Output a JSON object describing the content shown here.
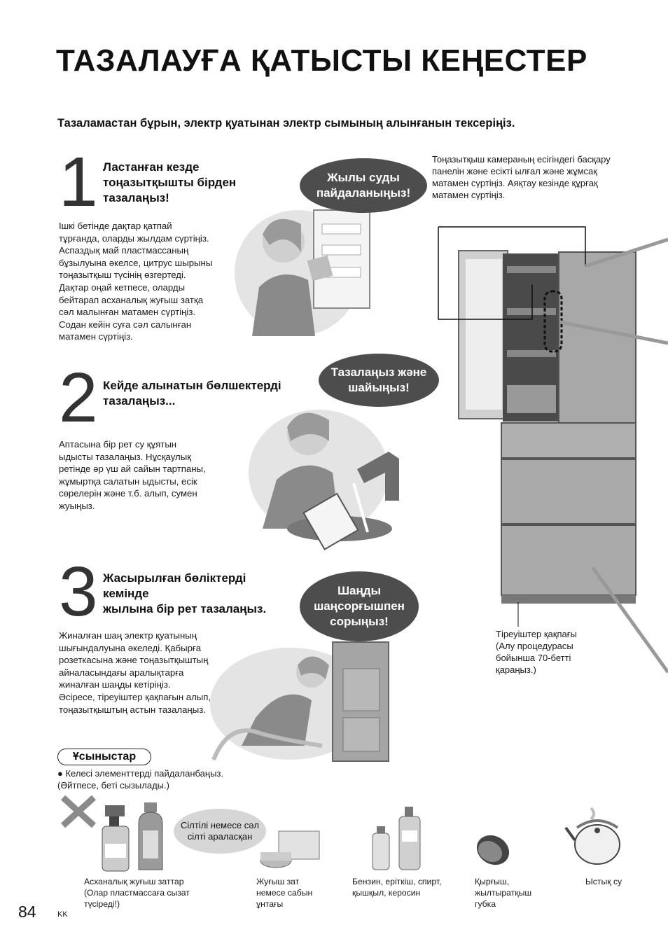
{
  "page": {
    "title": "ТАЗАЛАУҒА ҚАТЫСТЫ КЕҢЕСТЕР",
    "subtitle": "Тазаламастан бұрын, электр қуатынан электр сымының алынғанын тексеріңіз.",
    "page_number": "84",
    "lang": "KK"
  },
  "steps": [
    {
      "number": "1",
      "heading": [
        "Ластанған кезде",
        "тоңазытқышты бірден",
        "тазалаңыз!"
      ],
      "body": [
        "Ішкі бетінде дақтар қатпай",
        "тұрғанда, оларды жылдам сүртіңіз.",
        "Аспаздық май пластмассаның",
        "бұзылуына әкелсе, цитрус шырыны",
        "тоңазытқыш түсінің өзгертеді.",
        "Дақтар оңай кетпесе, оларды",
        "бейтарап асханалық жуғыш затқа",
        "сәл малынған матамен сүртіңіз.",
        "Содан кейін суға сәл салынған",
        "матамен сүртіңіз."
      ],
      "bubble": [
        "Жылы суды",
        "пайдаланыңыз!"
      ]
    },
    {
      "number": "2",
      "heading": [
        "Кейде алынатын бөлшектерді",
        "тазалаңыз..."
      ],
      "body": [
        "Аптасына бір рет су құятын",
        "ыдысты тазалаңыз. Нұсқаулық",
        "ретінде әр үш ай сайын тартпаны,",
        "жұмыртқа салатын ыдысты, есік",
        "сөрелерін және т.б. алып, сумен",
        "жуыңыз."
      ],
      "bubble": [
        "Тазалаңыз және",
        "шайыңыз!"
      ]
    },
    {
      "number": "3",
      "heading": [
        "Жасырылған бөліктерді",
        "кемінде",
        "жылына бір рет тазалаңыз."
      ],
      "body": [
        "Жиналған шаң электр қуатының",
        "шығындалуына әкеледі. Қабырға",
        "розеткасына және тоңазытқыштың",
        "айналасындағы аралықтарға",
        "жиналған шаңды кетіріңіз.",
        "Әсіресе, тіреуіштер қақпағын алып,",
        "тоңазытқыштың астын тазалаңыз."
      ],
      "bubble": [
        "Шаңды",
        "шаңсорғышпен",
        "сорыңыз!"
      ]
    }
  ],
  "fridge_note": [
    "Тоңазытқыш камераның есігіндегі басқару",
    "панелін және есікті ылғал және жұмсақ",
    "матамен сүртіңіз. Аяқтау кезінде құрғақ",
    "матамен сүртіңіз."
  ],
  "support_note": [
    "Тіреуіштер қақпағы",
    "(Алу процедурасы",
    "бойынша 70-бетті",
    "қараңыз.)"
  ],
  "tips": {
    "label": "Ұсыныстар",
    "bullet": [
      "Келесі элементтерді пайдаланбаңыз.",
      "(Әйтпесе, беті сызылады.)"
    ],
    "bubble": [
      "Сілтілі немесе сәл",
      "сілті араласқан"
    ],
    "items": [
      {
        "caption": [
          "Асханалық жуғыш заттар",
          "(Олар пластмассаға сызат",
          "түсіреді!)"
        ]
      },
      {
        "caption": [
          "Жуғыш зат",
          "немесе сабын",
          "ұнтағы"
        ]
      },
      {
        "caption": [
          "Бензин, еріткіш, спирт,",
          "қышқыл, керосин"
        ]
      },
      {
        "caption": [
          "Қырғыш,",
          "жылтыратқыш",
          "губка"
        ]
      },
      {
        "caption": [
          "Ыстық су"
        ]
      }
    ]
  }
}
